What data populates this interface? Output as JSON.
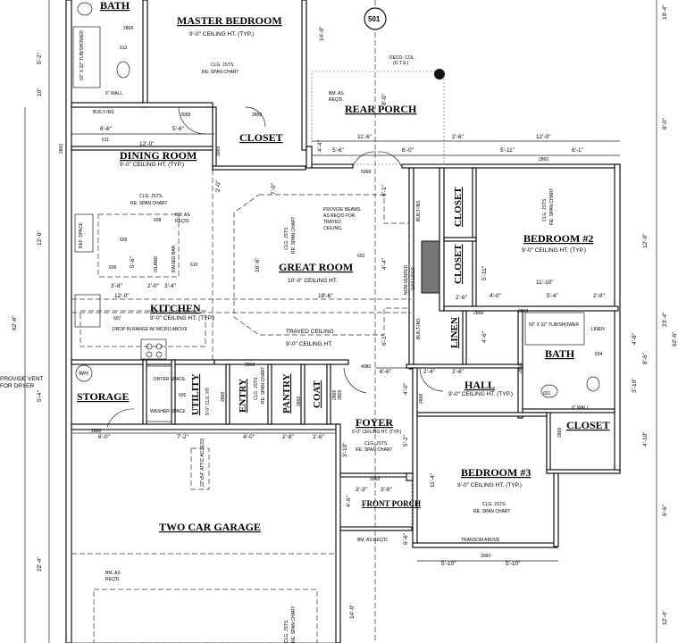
{
  "rooms": {
    "bath_top": "BATH",
    "master_bedroom": "MASTER BEDROOM",
    "rear_porch": "REAR PORCH",
    "closet_top": "CLOSET",
    "dining_room": "DINING ROOM",
    "great_room": "GREAT ROOM",
    "bedroom2": "BEDROOM #2",
    "kitchen": "KITCHEN",
    "storage": "STORAGE",
    "utility": "UTILITY",
    "entry": "ENTRY",
    "pantry": "PANTRY",
    "coat": "COAT",
    "hall": "HALL",
    "bath_right": "BATH",
    "closet_right": "CLOSET",
    "linen": "LINEN",
    "closet_b2a": "CLOSET",
    "closet_b2b": "CLOSET",
    "foyer": "FOYER",
    "bedroom3": "BEDROOM #3",
    "front_porch": "FRONT PORCH",
    "garage": "TWO CAR GARAGE"
  },
  "notes": {
    "ceiling9": "9'-0\" CEILING HT. (TYP.)",
    "ceiling10": "10'-0\" CEILING HT.",
    "ceiling9clg": "9'-0\" CLG. HT.",
    "foyer_ceiling": "9'-0\" CEILING HT. (TYP.)",
    "clg_jsts": "CLG. JSTS.",
    "span_chart": "RE: SPAN CHART",
    "deco_col": "DECO. COL.",
    "ots": "(O.T.S.)",
    "bm_reqd": "BM. AS",
    "reqd": "REQ'D.",
    "built_ins": "BUILT-INS",
    "built_ins_v1": "BUILT-INS",
    "built_ins_v2": "BUILT-INS",
    "provide_beams": "PROVIDE BEAMS",
    "as_reqd_for": "AS REQ'D FOR",
    "trayed": "TRAYED",
    "ceiling_word": "CEILING.",
    "trayed_ceiling": "TRAYED CEILING",
    "ceiling_ht9": "9'-0\" CEILING HT.",
    "non_vented": "NON-VENTED",
    "gas_logs": "GAS LOGS",
    "ref_space": "REF. SPACE",
    "island": "ISLAND",
    "raised_bar": "RAISED BAR",
    "drop_in": "DROP IN RANGE W/ MICRO ABOVE",
    "provide_vent": "PROVIDE VENT",
    "for_dryer": "FOR DRYER",
    "wh": "WH",
    "dryer_space": "DRYER SPACE",
    "washer_space": "WASHER SPACE",
    "tub_shower_top": "60\" X 32\" TUB/SHOWER",
    "tub_shower_right": "60\" X 32\" TUB/SHOWER",
    "linen_small": "LINEN",
    "transom": "TRANSOM ABOVE",
    "attic_access": "22\"x54\" ATTIC ACCESS",
    "bm_garage": "BM. AS",
    "reqd_garage": "REQ'D.",
    "bm_front": "BM. AS REQ'D.",
    "section_tag": "501",
    "wall_tag1": "6\" WALL",
    "wall_tag2": "6\" WALL",
    "door_3068": "3068",
    "door_2868a": "2868",
    "door_2868b": "2868",
    "door_5068a": "5068",
    "door_5068b": "5068",
    "door_2860": "2860",
    "door_2860b": "2860",
    "door_2868c": "2868",
    "door_2868d": "2868",
    "door_4080": "4080",
    "door_2868e": "2868",
    "door_2868f": "2868",
    "door_3060": "3060",
    "door_2868g": "2868",
    "door_2868h": "2868",
    "door_2868i": "2868",
    "door_2868j": "2868",
    "door_2868k": "2868",
    "door_3068b": "3068",
    "door_2868l": "2868",
    "door_2868m": "2868"
  },
  "dims": {
    "d_10_4": "10'-4\"",
    "d_14_0a": "14'-0\"",
    "d_8_0": "8'-0\"",
    "d_5_2": "5'-2\"",
    "d_10": "10\"",
    "d_6_6": "6'-6\"",
    "d_5_6": "5'-6\"",
    "d_12_0a": "12'-0\"",
    "d_11_6": "11'-6\"",
    "d_2_6a": "2'-6\"",
    "d_12_0b": "12'-0\"",
    "d_5_6b": "5'-6\"",
    "d_6_0a": "6'-0\"",
    "d_5_11a": "5'-11\"",
    "d_6_1a": "6'-1\"",
    "d_4_4": "4'-4\"",
    "d_2_0": "2'-0\"",
    "d_7_0": "7'-0\"",
    "d_6_1b": "6'-1\"",
    "d_12_6": "12'-6\"",
    "d_16_6": "16'-6\"",
    "d_12_0c": "12'-0\"",
    "d_62_6a": "62'-6\"",
    "d_23_4": "23'-4\"",
    "d_4_4b": "4'-4\"",
    "d_5_6c": "5'-6\"",
    "d_3_8": "3'-8\"",
    "d_2_0b": "2'-0\"",
    "d_3_4": "3'-4\"",
    "d_12_0d": "12'-0\"",
    "d_19_6": "19'-6\"",
    "d_11_10": "11'-10\"",
    "d_5_11b": "5'-11\"",
    "d_4_0a": "4'-0\"",
    "d_5_4a": "5'-4\"",
    "d_2_8": "2'-8\"",
    "d_2_6b": "2'-6\"",
    "d_4_6": "4'-6\"",
    "d_6_1c": "6'-1\"",
    "d_8_6": "8'-6\"",
    "d_4_8": "4'-8\"",
    "d_3_10a": "3'-10\"",
    "d_4_10": "4'-10\"",
    "d_6_6b": "6'-6\"",
    "d_62_6b": "62'-6\"",
    "d_5_4b": "5'-4\"",
    "d_6_6c": "6'-6\"",
    "d_2_4": "2'-4\"",
    "d_2_6c": "2'-6\"",
    "d_4_0b": "4'-0\"",
    "d_6_0b": "6'-0\"",
    "d_7_2": "7'-2\"",
    "d_4_0c": "4'-0\"",
    "d_2_8b": "2'-8\"",
    "d_2_6d": "2'-6\"",
    "d_3_10b": "3'-10\"",
    "d_5_2b": "5'-2\"",
    "d_3_3": "3'-3\"",
    "d_4_6b": "4'-6\"",
    "d_3_6": "3'-6\"",
    "d_11_4": "11'-4\"",
    "d_5_10a": "5'-10\"",
    "d_5_10b": "5'-10\"",
    "d_22_4": "22'-4\"",
    "d_14_0b": "14'-0\"",
    "d_12_4": "12'-4\"",
    "d_6_6d": "6'-6\"",
    "d_8_0b": "8'-0\""
  },
  "tags": {
    "t613": "613",
    "t611": "611",
    "t610": "610",
    "t609": "609",
    "t608": "608",
    "t606": "606",
    "t607": "607",
    "t605": "605",
    "t602": "602",
    "t604": "604",
    "t601": "601"
  }
}
